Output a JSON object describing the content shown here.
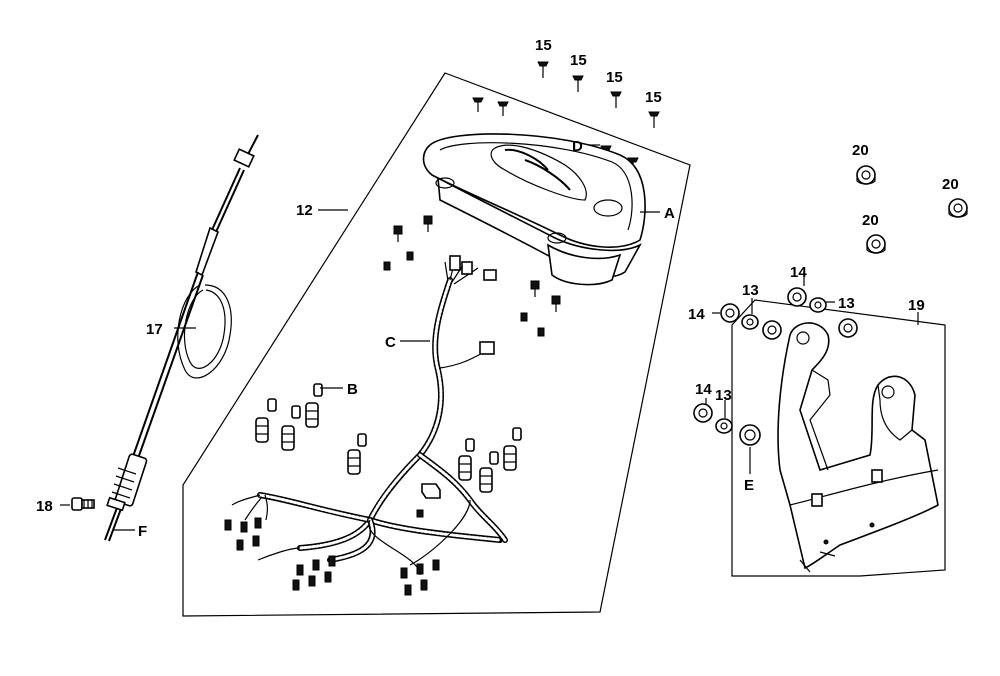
{
  "labels": {
    "p15": "15",
    "p20": "20",
    "p12": "12",
    "p17": "17",
    "p18": "18",
    "p19": "19",
    "p13": "13",
    "p14": "14",
    "A": "A",
    "B": "B",
    "C": "C",
    "D": "D",
    "E": "E",
    "F": "F"
  }
}
